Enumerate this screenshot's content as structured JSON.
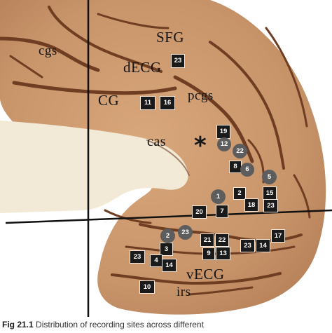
{
  "labels": {
    "cgs": "cgs",
    "sfg": "SFG",
    "decg": "dECG",
    "cg": "CG",
    "pcgs": "pcgs",
    "cas": "cas",
    "asterisk": "*",
    "vecg": "vECG",
    "irs": "irs"
  },
  "markers": {
    "squares": [
      {
        "id": "sq-23-top",
        "text": "23"
      },
      {
        "id": "sq-11",
        "text": "11"
      },
      {
        "id": "sq-16",
        "text": "16"
      },
      {
        "id": "sq-19",
        "text": "19"
      },
      {
        "id": "sq-8",
        "text": "8"
      },
      {
        "id": "sq-2-upper",
        "text": "2"
      },
      {
        "id": "sq-15",
        "text": "15"
      },
      {
        "id": "sq-18",
        "text": "18"
      },
      {
        "id": "sq-23-right",
        "text": "23"
      },
      {
        "id": "sq-20",
        "text": "20"
      },
      {
        "id": "sq-7",
        "text": "7"
      },
      {
        "id": "sq-21",
        "text": "21"
      },
      {
        "id": "sq-22",
        "text": "22"
      },
      {
        "id": "sq-17",
        "text": "17"
      },
      {
        "id": "sq-23-mid",
        "text": "23"
      },
      {
        "id": "sq-14-right",
        "text": "14"
      },
      {
        "id": "sq-3",
        "text": "3"
      },
      {
        "id": "sq-9",
        "text": "9"
      },
      {
        "id": "sq-13",
        "text": "13"
      },
      {
        "id": "sq-23-left",
        "text": "23"
      },
      {
        "id": "sq-4",
        "text": "4"
      },
      {
        "id": "sq-14-left",
        "text": "14"
      },
      {
        "id": "sq-10",
        "text": "10"
      }
    ],
    "circles": [
      {
        "id": "circ-12",
        "text": "12"
      },
      {
        "id": "circ-22",
        "text": "22"
      },
      {
        "id": "circ-6",
        "text": "6"
      },
      {
        "id": "circ-5",
        "text": "5"
      },
      {
        "id": "circ-1",
        "text": "1"
      },
      {
        "id": "circ-2",
        "text": "2"
      },
      {
        "id": "circ-23",
        "text": "23"
      }
    ]
  },
  "caption": {
    "fig_label": "Fig 21.1",
    "text": "Distribution of recording sites across different"
  },
  "colors": {
    "background": "#ffffff",
    "cortex": "#c8946a",
    "sulcus": "#6e3d22",
    "white_matter": "#f2e9d6",
    "square_marker": "#1a1a1a",
    "circle_marker": "#5d5d5d",
    "reference_line": "#111111"
  }
}
